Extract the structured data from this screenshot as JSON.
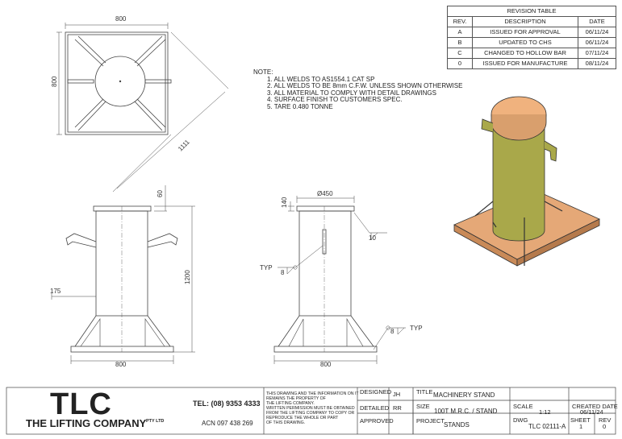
{
  "revision_table": {
    "title": "REVISION TABLE",
    "headers": [
      "REV.",
      "DESCRIPTION",
      "DATE"
    ],
    "rows": [
      {
        "rev": "A",
        "description": "ISSUED FOR APPROVAL",
        "date": "06/11/24"
      },
      {
        "rev": "B",
        "description": "UPDATED TO CHS",
        "date": "06/11/24"
      },
      {
        "rev": "C",
        "description": "CHANGED TO HOLLOW BAR",
        "date": "07/11/24"
      },
      {
        "rev": "0",
        "description": "ISSUED FOR MANUFACTURE",
        "date": "08/11/24"
      }
    ]
  },
  "notes": {
    "heading": "NOTE:",
    "items": [
      "1. ALL WELDS TO AS1554.1 CAT SP",
      "2. ALL WELDS TO BE 8mm C.F.W. UNLESS SHOWN OTHERWISE",
      "3. ALL MATERIAL TO COMPLY WITH DETAIL DRAWINGS",
      "4. SURFACE FINISH TO CUSTOMERS SPEC.",
      "5. TARE 0.480 TONNE"
    ]
  },
  "plan_view": {
    "dim_width": "800",
    "dim_height": "800",
    "dim_diagonal": "1111"
  },
  "front_view": {
    "dim_top": "60",
    "dim_height": "1200",
    "dim_side": "175",
    "dim_width": "800"
  },
  "side_view": {
    "dim_diameter": "Ø450",
    "dim_top": "140",
    "dim_width": "800",
    "weld_1": "10",
    "weld_2": "8",
    "weld_3": "8",
    "typ_1": "TYP",
    "typ_2": "TYP"
  },
  "title_block": {
    "logo": "TLC",
    "company": "THE LIFTING COMPANY",
    "company_suffix": "PTY LTD",
    "tel": "TEL: (08) 9353 4333",
    "acn": "ACN 097 438 269",
    "disclaimer": [
      "THIS DRAWING AND THE INFORMATION ON IT",
      "REMAINS THE PROPERTY OF",
      "THE LIFTING COMPANY.",
      "WRITTEN PERMISSION MUST BE OBTAINED",
      "FROM THE LIFTING COMPANY TO COPY OR",
      "REPRODUCE THE WHOLE OR PART",
      "OF THIS DRAWING."
    ],
    "designed_label": "DESIGNED",
    "designed_value": "JH",
    "detailed_label": "DETAILED",
    "detailed_value": "RR",
    "approved_label": "APPROVED",
    "title_label": "TITLE",
    "title_value": "MACHINERY STAND",
    "size_label": "SIZE",
    "size_value": "100T M.R.C. / STAND",
    "project_label": "PROJECT",
    "project_value": "STANDS",
    "scale_label": "SCALE",
    "scale_value": "1:12",
    "dwg_label": "DWG",
    "dwg_value": "TLC 02111-A",
    "created_label": "CREATED DATE",
    "created_value": "06/11/24",
    "sheet_label": "SHEET",
    "sheet_value": "1",
    "rev_label": "REV",
    "rev_value": "0"
  },
  "colors": {
    "line": "#444444",
    "cylinder": "#a9a84a",
    "plate": "#e5a877",
    "cap": "#f0b27e"
  }
}
